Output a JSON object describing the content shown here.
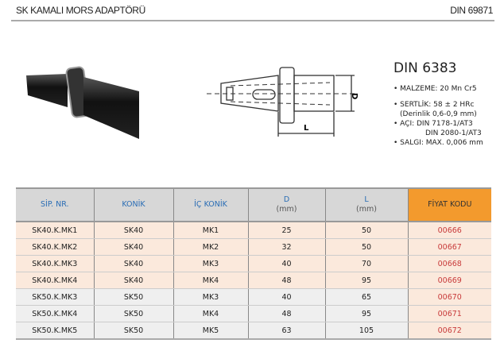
{
  "header": {
    "title": "SK KAMALI MORS ADAPTÖRÜ",
    "standard": "DIN 69871"
  },
  "spec": {
    "title": "DIN 6383",
    "items": [
      "• MALZEME: 20 Mn Cr5",
      "• SERTLİK: 58 ± 2 HRc",
      "(Derinlik 0,6-0,9 mm)",
      "• AÇI: DIN 7178-1/AT3",
      "DIN 2080-1/AT3",
      "• SALGI: MAX. 0,006 mm"
    ]
  },
  "drawing": {
    "d_label": "D",
    "l_label": "L"
  },
  "table": {
    "headers": [
      {
        "label": "SİP. NR."
      },
      {
        "label": "KONİK"
      },
      {
        "label": "İÇ KONİK"
      },
      {
        "label": "D",
        "unit": "(mm)"
      },
      {
        "label": "L",
        "unit": "(mm)"
      },
      {
        "label": "FİYAT KODU"
      }
    ],
    "rows": [
      [
        "SK40.K.MK1",
        "SK40",
        "MK1",
        "25",
        "50",
        "00666"
      ],
      [
        "SK40.K.MK2",
        "SK40",
        "MK2",
        "32",
        "50",
        "00667"
      ],
      [
        "SK40.K.MK3",
        "SK40",
        "MK3",
        "40",
        "70",
        "00668"
      ],
      [
        "SK40.K.MK4",
        "SK40",
        "MK4",
        "48",
        "95",
        "00669"
      ],
      [
        "SK50.K.MK3",
        "SK50",
        "MK3",
        "40",
        "65",
        "00670"
      ],
      [
        "SK50.K.MK4",
        "SK50",
        "MK4",
        "48",
        "95",
        "00671"
      ],
      [
        "SK50.K.MK5",
        "SK50",
        "MK5",
        "63",
        "105",
        "00672"
      ]
    ]
  },
  "colors": {
    "accent": "#f39a2d",
    "header_text": "#2a6db5",
    "price_text": "#c83a3a"
  }
}
